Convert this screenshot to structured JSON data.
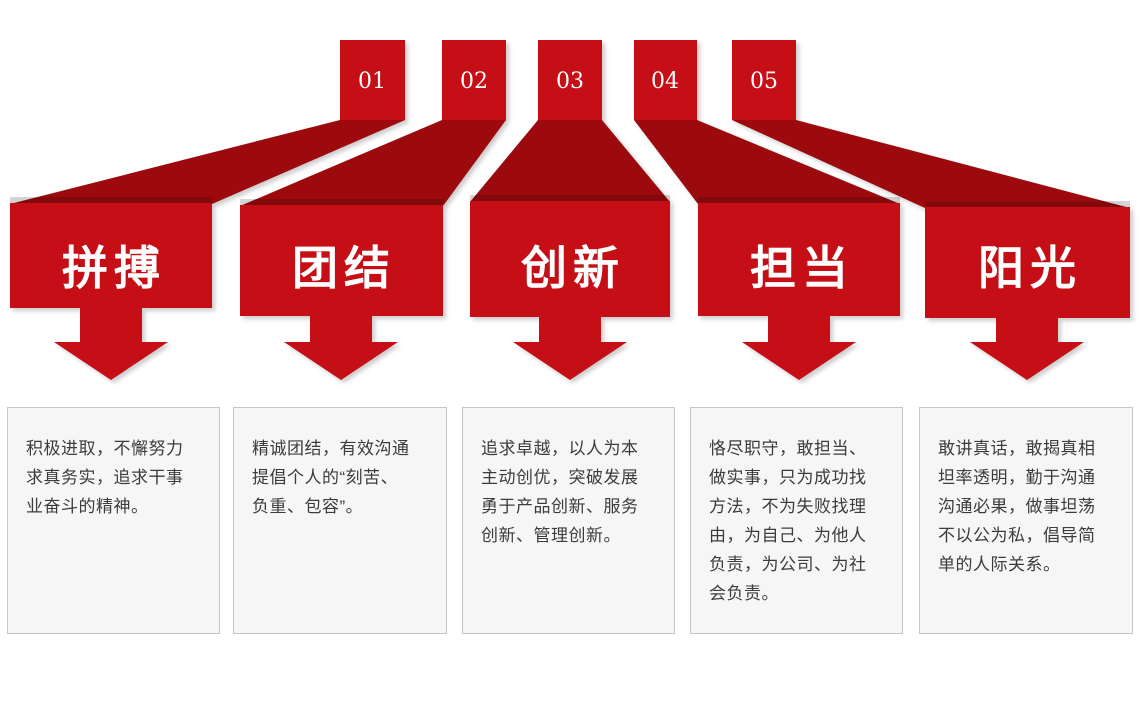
{
  "colors": {
    "bright_red": "#C50E16",
    "dark_red": "#9C0A0E",
    "label_text": "#FFFFFF",
    "desc_text": "#3C3C3C",
    "desc_bg": "#F6F6F6",
    "desc_border": "#C6C6C6"
  },
  "pillars": [
    {
      "number": "01",
      "label": "拼搏",
      "description": "积极进取，不懈努力\n求真务实，追求干事\n业奋斗的精神。"
    },
    {
      "number": "02",
      "label": "团结",
      "description": "精诚团结，有效沟通\n提倡个人的“刻苦、\n负重、包容”。"
    },
    {
      "number": "03",
      "label": "创新",
      "description": "追求卓越，以人为本\n主动创优，突破发展\n勇于产品创新、服务\n创新、管理创新。"
    },
    {
      "number": "04",
      "label": "担当",
      "description": "恪尽职守，敢担当、\n做实事，只为成功找\n方法，不为失败找理\n由，为自己、为他人\n负责，为公司、为社\n会负责。"
    },
    {
      "number": "05",
      "label": "阳光",
      "description": "敢讲真话，敢揭真相\n坦率透明，勤于沟通\n沟通必果，做事坦荡\n不以公为私，倡导简\n单的人际关系。"
    }
  ]
}
